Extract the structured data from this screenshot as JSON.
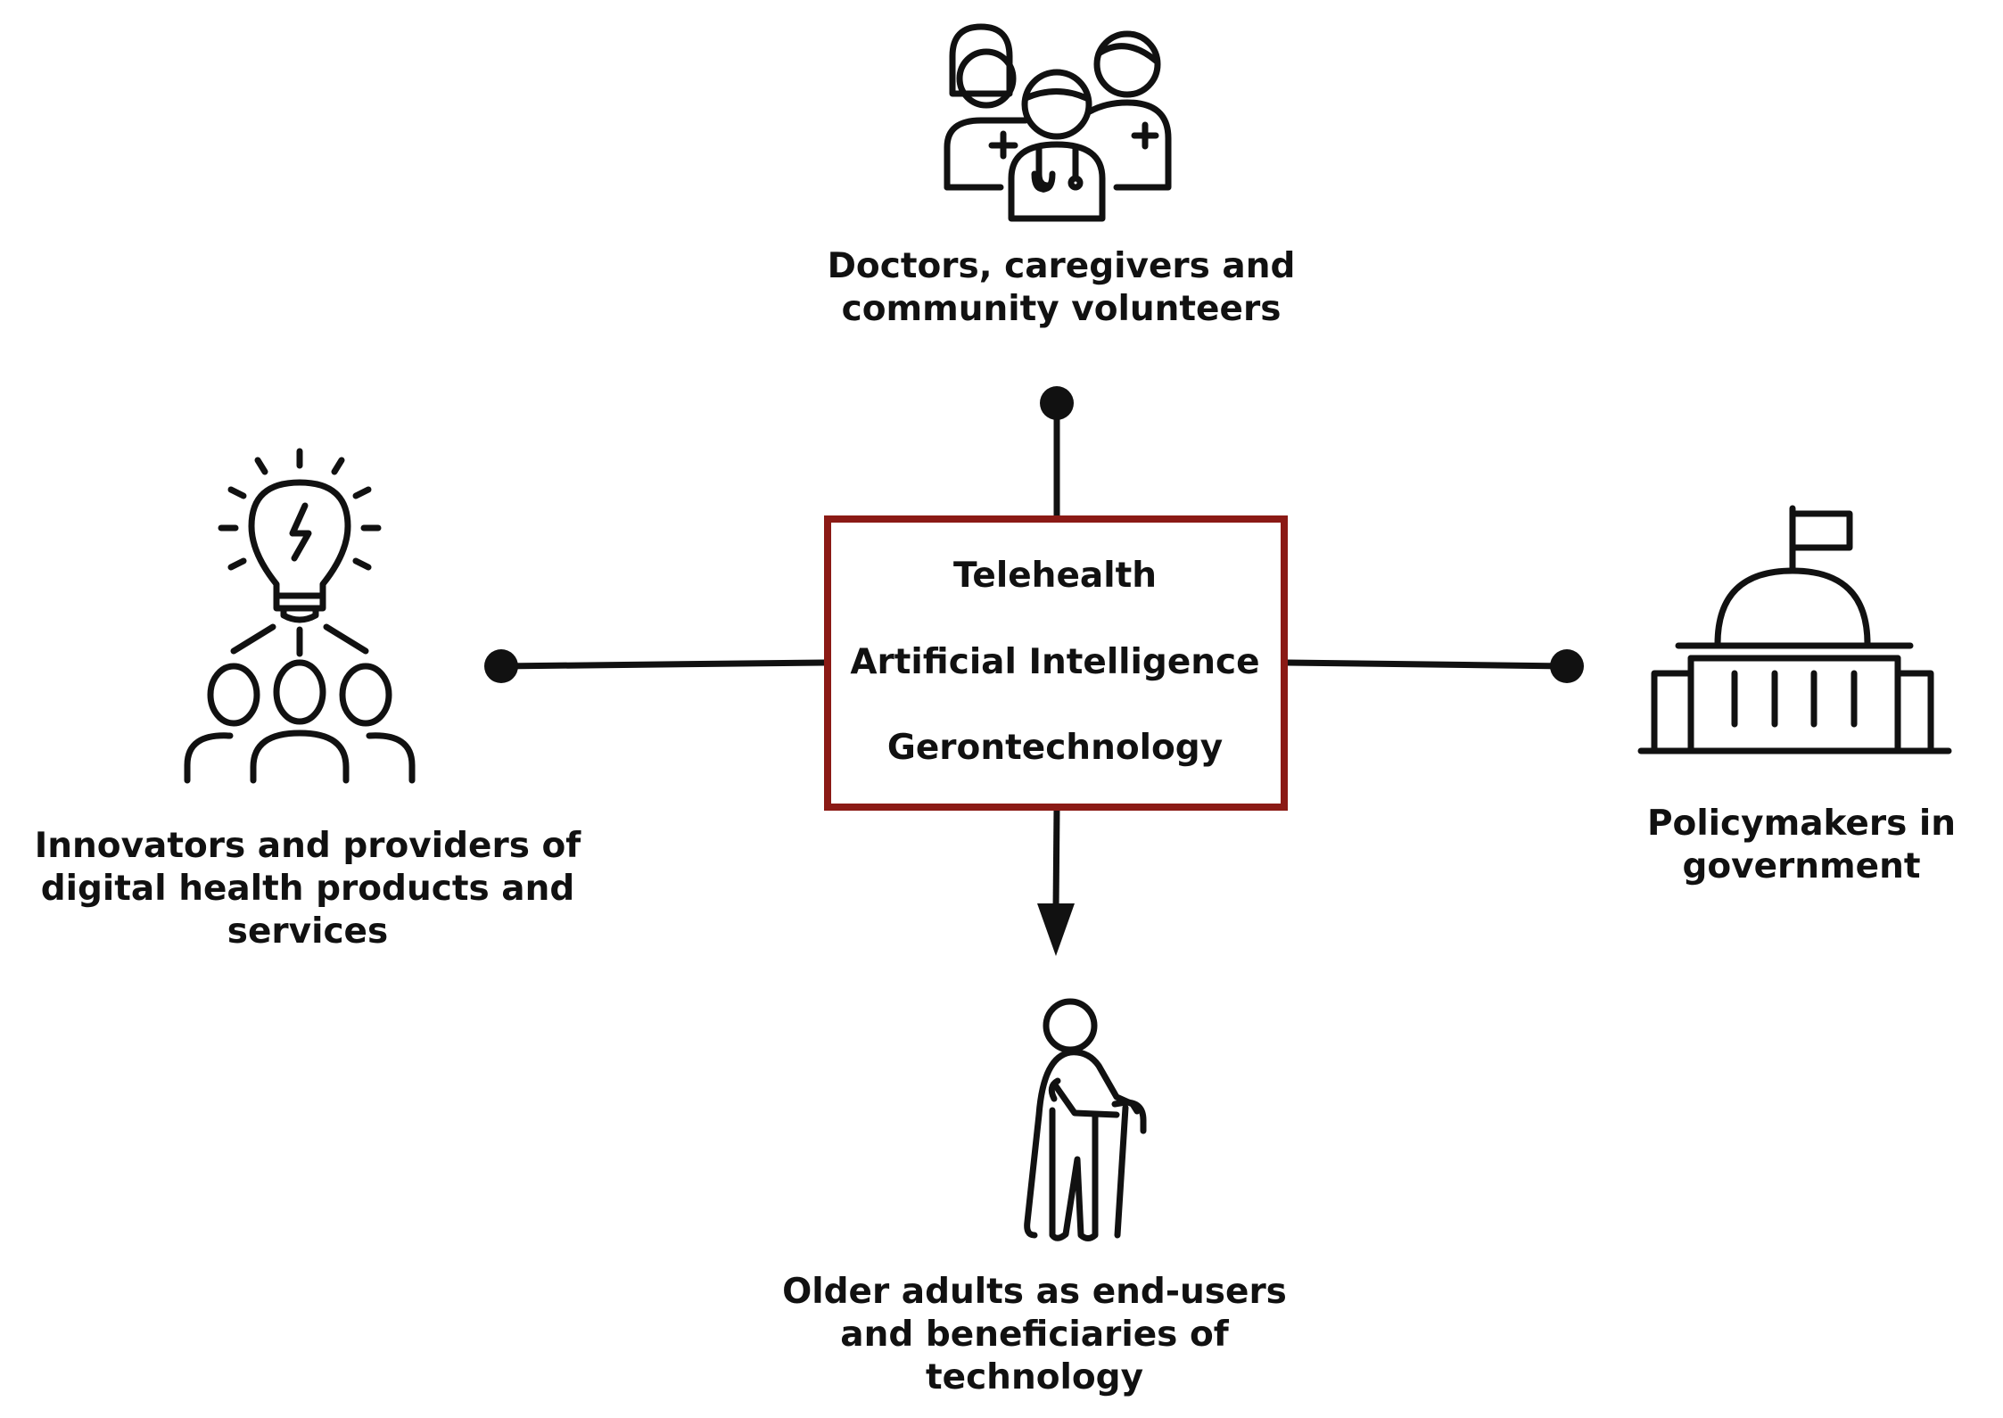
{
  "center_box": {
    "items": [
      "Telehealth",
      "Artificial Intelligence",
      "Gerontechnology"
    ],
    "border_color": "#8b1a15"
  },
  "stakeholders": {
    "top": {
      "lines": [
        "Doctors, caregivers and",
        "community volunteers"
      ],
      "icon": "healthcare-team-icon",
      "connector": "dot"
    },
    "left": {
      "lines": [
        "Innovators and providers of",
        "digital health products and",
        "services"
      ],
      "icon": "innovation-team-icon",
      "connector": "dot"
    },
    "right": {
      "lines": [
        "Policymakers in",
        "government"
      ],
      "icon": "government-building-icon",
      "connector": "dot"
    },
    "bottom": {
      "lines": [
        "Older adults as end-users",
        "and beneficiaries of",
        "technology"
      ],
      "icon": "elderly-person-with-cane-icon",
      "connector": "arrow"
    }
  }
}
